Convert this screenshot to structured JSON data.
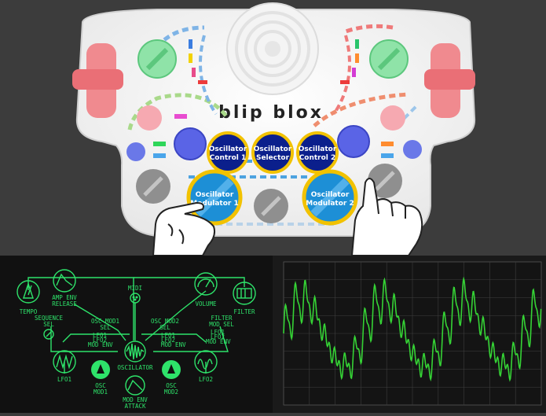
{
  "device": {
    "brand": "blip blox",
    "buttons": {
      "osc_control_1": [
        "Oscillator",
        "Control 1"
      ],
      "osc_selector": [
        "Oscillator",
        "Selector"
      ],
      "osc_control_2": [
        "Oscillator",
        "Control 2"
      ],
      "osc_modulator_1": [
        "Oscillator",
        "Modulator 1"
      ],
      "osc_modulator_2": [
        "Oscillator",
        "Modulator 2"
      ]
    }
  },
  "diagram": {
    "labels": {
      "tempo": "TEMPO",
      "amp_env_release_1": "AMP ENV",
      "amp_env_release_2": "RELEASE",
      "midi": "MIDI",
      "volume": "VOLUME",
      "filter": "FILTER",
      "sequence_sel_1": "SEQUENCE",
      "sequence_sel_2": "SEL",
      "osc_mod1_sel_1": "OSC MOD1",
      "osc_mod1_sel_2": "SEL",
      "osc_mod2_sel_1": "OSC MOD2",
      "osc_mod2_sel_2": "SEL",
      "filter_mod_sel_1": "FILTER",
      "filter_mod_sel_2": "MOD SEL",
      "oscillator": "OSCILLATOR",
      "lfo1": "LFO1",
      "osc_mod1_1": "OSC",
      "osc_mod1_2": "MOD1",
      "mod_env_attack_1": "MOD ENV",
      "mod_env_attack_2": "ATTACK",
      "osc_mod2_1": "OSC",
      "osc_mod2_2": "MOD2",
      "lfo2": "LFO2",
      "lfo1_opt": "LFO1",
      "lfo2_opt": "LFO2",
      "mod_env_opt": "MOD ENV"
    }
  },
  "colors": {
    "diagram_green": "#2ee36a",
    "button_blue": "#0b1f8c",
    "button_ring": "#f2c200",
    "modulator_blue": "#1d8fd6",
    "scope_trace": "#35d335"
  }
}
